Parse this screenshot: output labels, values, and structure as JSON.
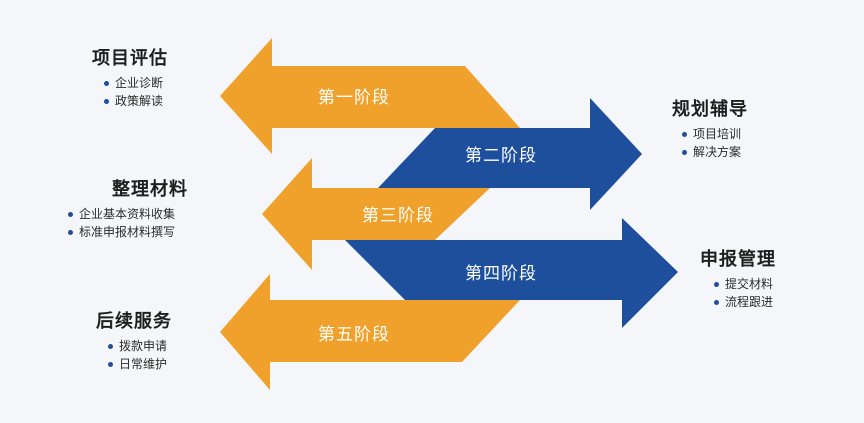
{
  "colors": {
    "orange": "#f0a12c",
    "blue": "#1d4f9c",
    "bullet": "#1d4f9c"
  },
  "stages": [
    {
      "label": "第一阶段",
      "color": "orange",
      "direction": "left"
    },
    {
      "label": "第二阶段",
      "color": "blue",
      "direction": "right"
    },
    {
      "label": "第三阶段",
      "color": "orange",
      "direction": "left"
    },
    {
      "label": "第四阶段",
      "color": "blue",
      "direction": "right"
    },
    {
      "label": "第五阶段",
      "color": "orange",
      "direction": "left"
    }
  ],
  "blocks": [
    {
      "title": "项目评估",
      "items": [
        "企业诊断",
        "政策解读"
      ]
    },
    {
      "title": "规划辅导",
      "items": [
        "项目培训",
        "解决方案"
      ]
    },
    {
      "title": "整理材料",
      "items": [
        "企业基本资料收集",
        "标准申报材料撰写"
      ]
    },
    {
      "title": "申报管理",
      "items": [
        "提交材料",
        "流程跟进"
      ]
    },
    {
      "title": "后续服务",
      "items": [
        "拨款申请",
        "日常维护"
      ]
    }
  ]
}
